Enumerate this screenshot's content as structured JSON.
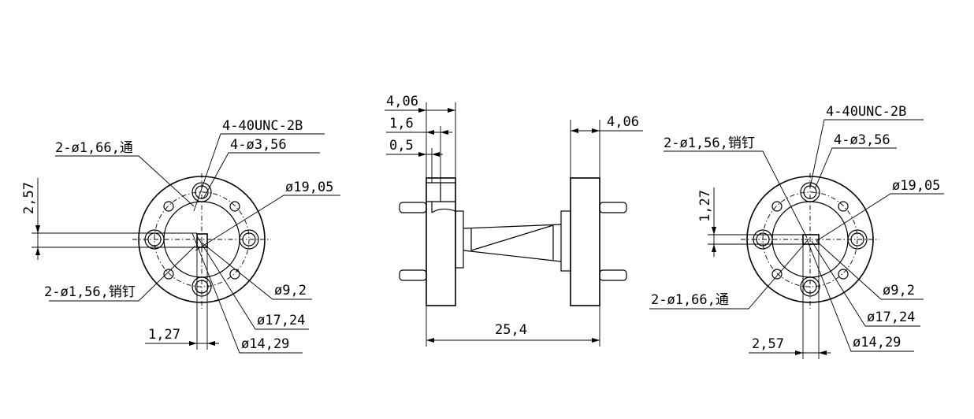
{
  "colors": {
    "background": "#ffffff",
    "line": "#000000"
  },
  "left_view": {
    "pin_label": "2-ø1,66,通",
    "thread_label": "4-40UNC-2B",
    "hole_label": "4-ø3,56",
    "od_label": "ø19,05",
    "dim_257": "2,57",
    "dowel_label": "2-ø1,56,销钉",
    "d92_label": "ø9,2",
    "d1724_label": "ø17,24",
    "dim_127": "1,27",
    "d1429_label": "ø14,29"
  },
  "side_view": {
    "dim_406_left": "4,06",
    "dim_16": "1,6",
    "dim_05": "0,5",
    "dim_406_right": "4,06",
    "length_label": "25,4"
  },
  "right_view": {
    "thread_label": "4-40UNC-2B",
    "dowel_label": "2-ø1,56,销钉",
    "hole_label": "4-ø3,56",
    "od_label": "ø19,05",
    "dim_127": "1,27",
    "pin_label": "2-ø1,66,通",
    "d92_label": "ø9,2",
    "d1724_label": "ø17,24",
    "dim_257": "2,57",
    "d1429_label": "ø14,29"
  }
}
